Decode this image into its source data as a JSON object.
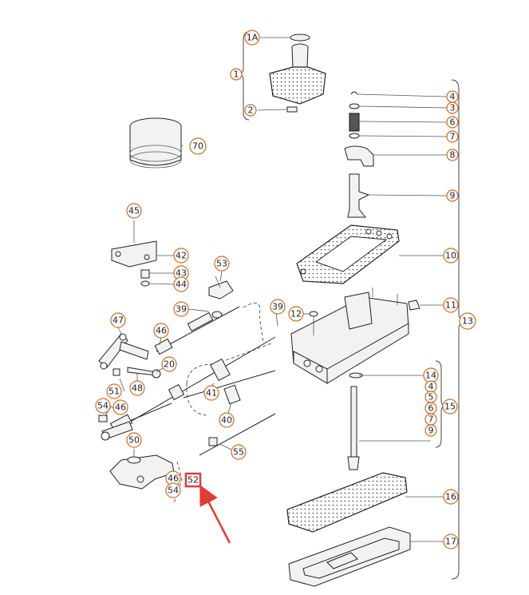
{
  "diagram": {
    "callouts": [
      {
        "id": "1a",
        "label": "1A"
      },
      {
        "id": "1",
        "label": "1"
      },
      {
        "id": "2",
        "label": "2"
      },
      {
        "id": "70",
        "label": "70"
      },
      {
        "id": "4a",
        "label": "4"
      },
      {
        "id": "3",
        "label": "3"
      },
      {
        "id": "6a",
        "label": "6"
      },
      {
        "id": "7a",
        "label": "7"
      },
      {
        "id": "8",
        "label": "8"
      },
      {
        "id": "9a",
        "label": "9"
      },
      {
        "id": "10",
        "label": "10"
      },
      {
        "id": "11",
        "label": "11"
      },
      {
        "id": "13",
        "label": "13"
      },
      {
        "id": "45",
        "label": "45"
      },
      {
        "id": "42",
        "label": "42"
      },
      {
        "id": "43",
        "label": "43"
      },
      {
        "id": "44",
        "label": "44"
      },
      {
        "id": "53",
        "label": "53"
      },
      {
        "id": "39a",
        "label": "39"
      },
      {
        "id": "39b",
        "label": "39"
      },
      {
        "id": "12",
        "label": "12"
      },
      {
        "id": "47",
        "label": "47"
      },
      {
        "id": "46a",
        "label": "46"
      },
      {
        "id": "20",
        "label": "20"
      },
      {
        "id": "48",
        "label": "48"
      },
      {
        "id": "51",
        "label": "51"
      },
      {
        "id": "41",
        "label": "41"
      },
      {
        "id": "14",
        "label": "14"
      },
      {
        "id": "4b",
        "label": "4"
      },
      {
        "id": "5",
        "label": "5"
      },
      {
        "id": "6b",
        "label": "6"
      },
      {
        "id": "7b",
        "label": "7"
      },
      {
        "id": "9b",
        "label": "9"
      },
      {
        "id": "15",
        "label": "15"
      },
      {
        "id": "54a",
        "label": "54"
      },
      {
        "id": "46b",
        "label": "46"
      },
      {
        "id": "40",
        "label": "40"
      },
      {
        "id": "50",
        "label": "50"
      },
      {
        "id": "55",
        "label": "55"
      },
      {
        "id": "46c",
        "label": "46"
      },
      {
        "id": "52",
        "label": "52"
      },
      {
        "id": "54b",
        "label": "54"
      },
      {
        "id": "16",
        "label": "16"
      },
      {
        "id": "17",
        "label": "17"
      }
    ],
    "highlight": {
      "target": "52",
      "color": "#e53935"
    },
    "colors": {
      "callout_stroke": "#d2691e",
      "line": "#222222",
      "arrow": "#e53935"
    }
  }
}
